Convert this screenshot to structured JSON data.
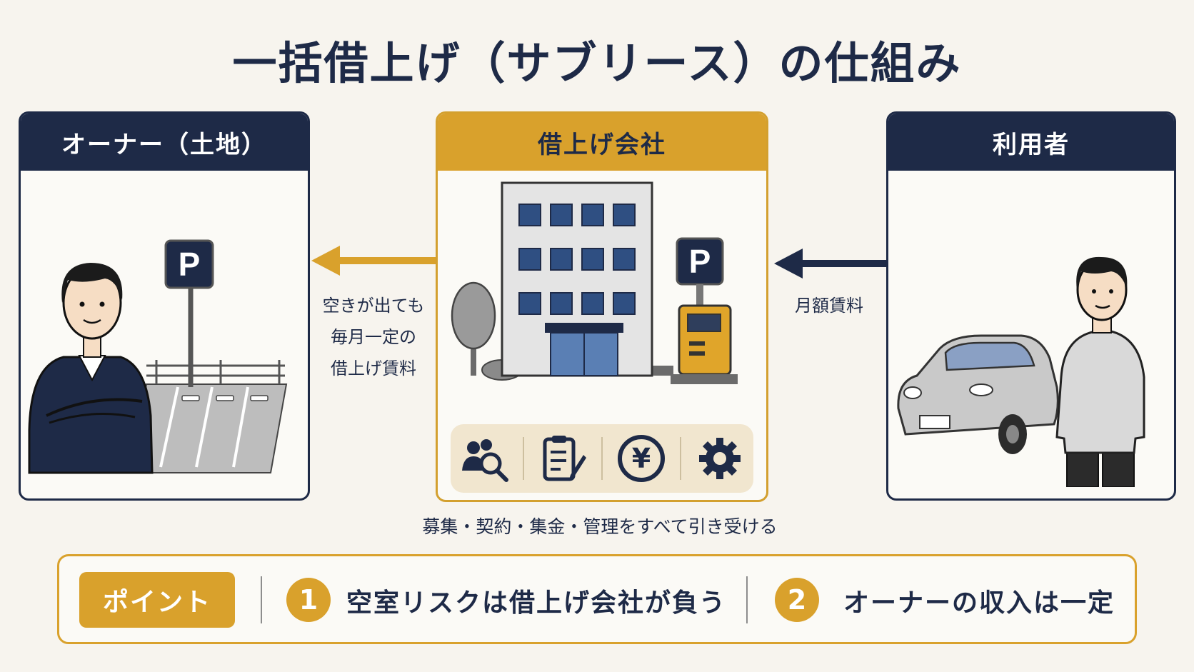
{
  "title": "一括借上げ（サブリース）の仕組み",
  "owner": {
    "heading": "オーナー（土地）",
    "parking_sign": "P"
  },
  "company": {
    "heading": "借上げ会社",
    "parking_sign": "P",
    "caption": "募集・契約・集金・管理をすべて引き受ける",
    "services": [
      "people-search-icon",
      "clipboard-icon",
      "yen-icon",
      "gear-icon"
    ],
    "yen_symbol": "¥"
  },
  "user": {
    "heading": "利用者"
  },
  "flows": {
    "company_to_owner": "空きが出ても\n毎月一定の\n借上げ賃料",
    "user_to_company": "月額賃料"
  },
  "points": {
    "badge": "ポイント",
    "items": [
      {
        "number": "1",
        "text": "空室リスクは借上げ会社が負う"
      },
      {
        "number": "2",
        "text": "オーナーの収入は一定"
      }
    ]
  },
  "colors": {
    "navy": "#1e2a47",
    "gold": "#d9a12c",
    "background": "#f7f4ee"
  }
}
